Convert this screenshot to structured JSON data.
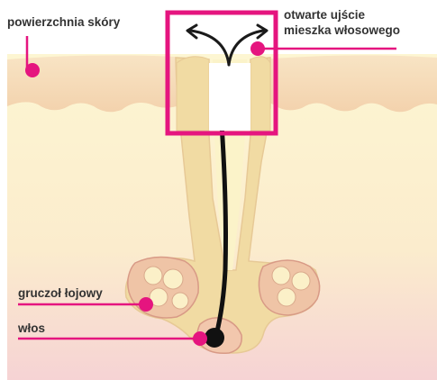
{
  "labels": {
    "skin_surface": "powierzchnia skóry",
    "follicle_opening_line1": "otwarte ujście",
    "follicle_opening_line2": "mieszka włosowego",
    "sebaceous_gland": "gruczoł łojowy",
    "hair": "włos"
  },
  "colors": {
    "accent": "#e5157f",
    "skin_top": "#f6d9b6",
    "dermis": "#fbf4cc",
    "follicle_wall": "#f1dba3",
    "gland": "#efc4a6",
    "hair": "#111111"
  },
  "icons": [
    "outward-arrows-icon"
  ]
}
